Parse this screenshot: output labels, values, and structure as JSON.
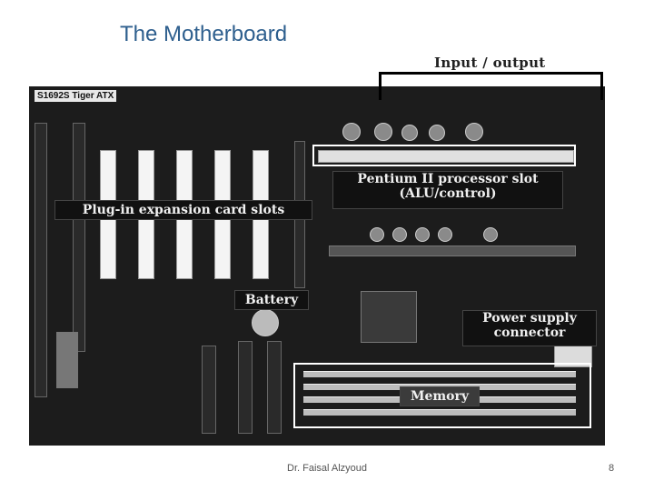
{
  "slide": {
    "title": "The Motherboard",
    "footer": "Dr. Faisal Alzyoud",
    "page_number": "8"
  },
  "board": {
    "model_label": "S1692S Tiger ATX"
  },
  "callouts": {
    "input_output": "Input / output",
    "processor_line1": "Pentium II processor slot",
    "processor_line2": "(ALU/control)",
    "expansion_slots": "Plug-in expansion card slots",
    "battery": "Battery",
    "power_line1": "Power supply",
    "power_line2": "connector",
    "memory": "Memory"
  }
}
